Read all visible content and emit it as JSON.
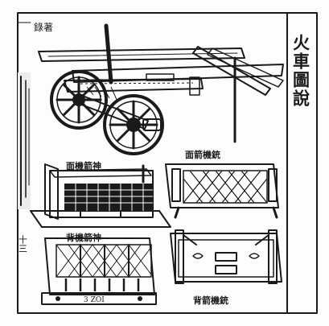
{
  "title": "火車圖說",
  "margin_top_left": "錄著",
  "page_number": "十三",
  "labels": {
    "front_gun_box_front": "面機箭神",
    "front_gun_box_back": "背機箭神",
    "front_turret_front": "面箭機銃",
    "front_turret_back": "背箭機銃",
    "bottom_inscription": "3 ZOI"
  },
  "colors": {
    "ink": "#1a1a1a",
    "paper": "#fdfdfb"
  }
}
